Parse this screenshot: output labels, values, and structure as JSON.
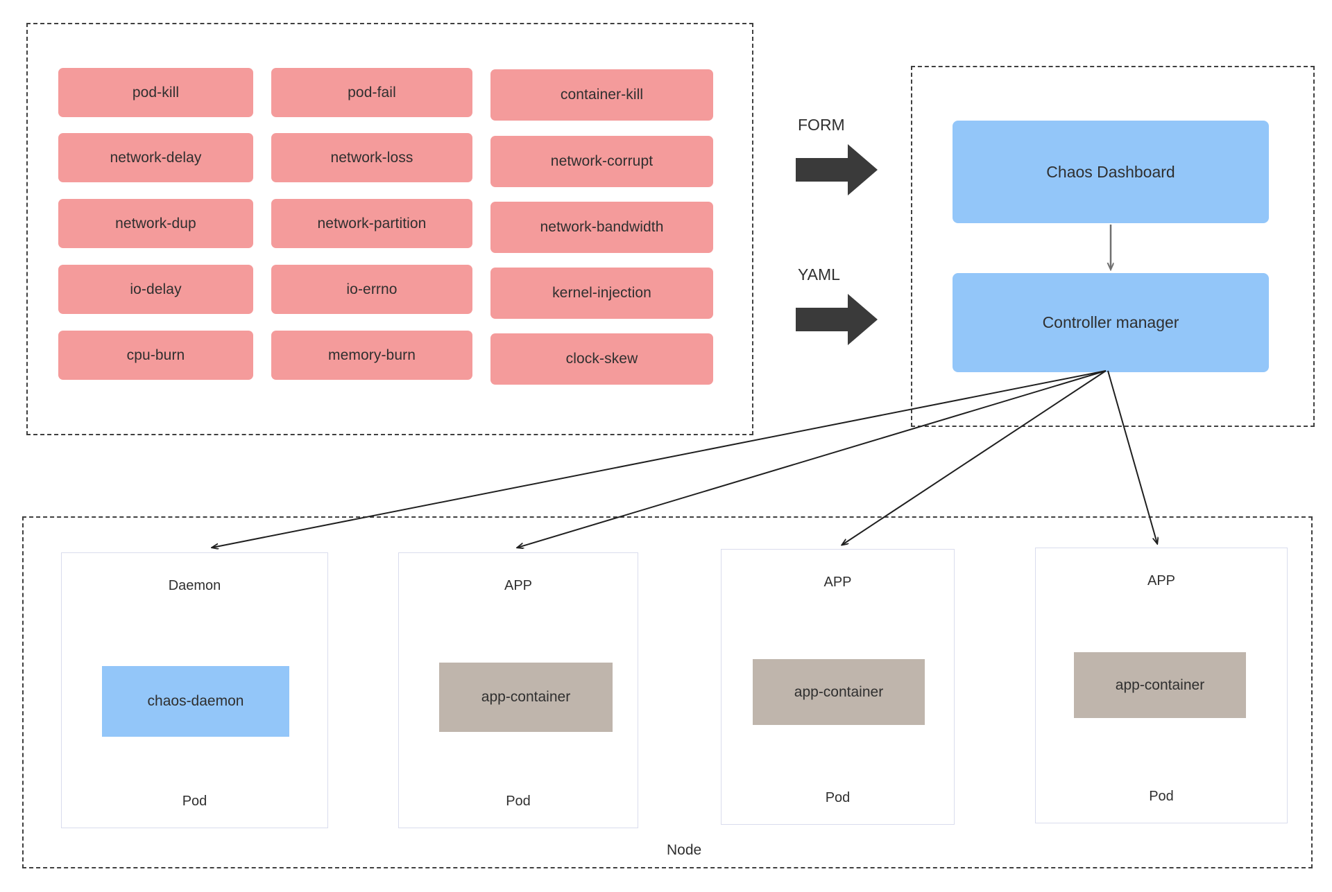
{
  "diagram": {
    "title_absent": true,
    "colors": {
      "chaos_type_fill": "#F49B9B",
      "component_fill": "#93C6F9",
      "app_container_fill": "#BFB5AC",
      "group_border": "#3f3f3f",
      "pod_border": "#d9dced",
      "arrow_dark": "#3a3a3a",
      "line": "#1f1f1f",
      "text": "#2f2f2f",
      "background": "#ffffff"
    },
    "groups": {
      "chaos_types": {
        "name": "chaos-types-group"
      },
      "control_plane": {
        "name": "control-plane-group"
      },
      "node": {
        "name": "node-group"
      }
    },
    "chaos_types": {
      "columns": [
        [
          "pod-kill",
          "network-delay",
          "network-dup",
          "io-delay",
          "cpu-burn"
        ],
        [
          "pod-fail",
          "network-loss",
          "network-partition",
          "io-errno",
          "memory-burn"
        ],
        [
          "container-kill",
          "network-corrupt",
          "network-bandwidth",
          "kernel-injection",
          "clock-skew"
        ]
      ]
    },
    "flows": [
      {
        "label": "FORM",
        "icon": "right-arrow-icon"
      },
      {
        "label": "YAML",
        "icon": "right-arrow-icon"
      }
    ],
    "components": [
      {
        "label": "Chaos Dashboard"
      },
      {
        "label": "Controller manager"
      }
    ],
    "node": {
      "label": "Node",
      "pods": [
        {
          "top_label": "Daemon",
          "container": "chaos-daemon",
          "container_kind": "daemon",
          "bottom_label": "Pod"
        },
        {
          "top_label": "APP",
          "container": "app-container",
          "container_kind": "app",
          "bottom_label": "Pod"
        },
        {
          "top_label": "APP",
          "container": "app-container",
          "container_kind": "app",
          "bottom_label": "Pod"
        },
        {
          "top_label": "APP",
          "container": "app-container",
          "container_kind": "app",
          "bottom_label": "Pod"
        }
      ]
    }
  }
}
